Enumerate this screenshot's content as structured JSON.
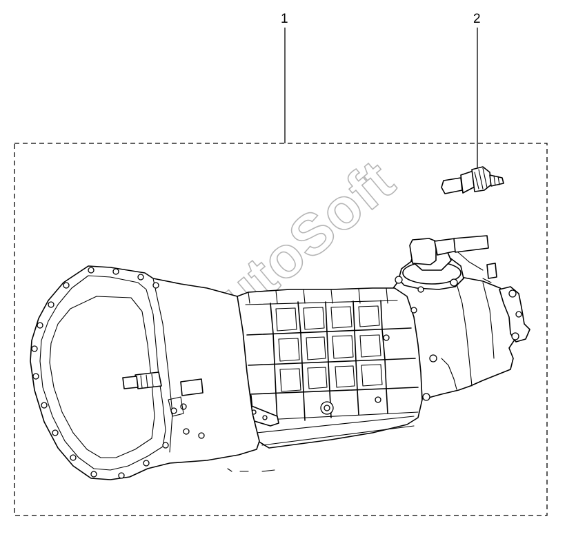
{
  "callouts": [
    {
      "label": "1",
      "part": "transmission-assembly"
    },
    {
      "label": "2",
      "part": "reverse-light-switch"
    }
  ],
  "watermark": "AutoSoft",
  "colors": {
    "line": "#000000",
    "background": "#ffffff",
    "watermark_outline": "#b5b5b5"
  }
}
